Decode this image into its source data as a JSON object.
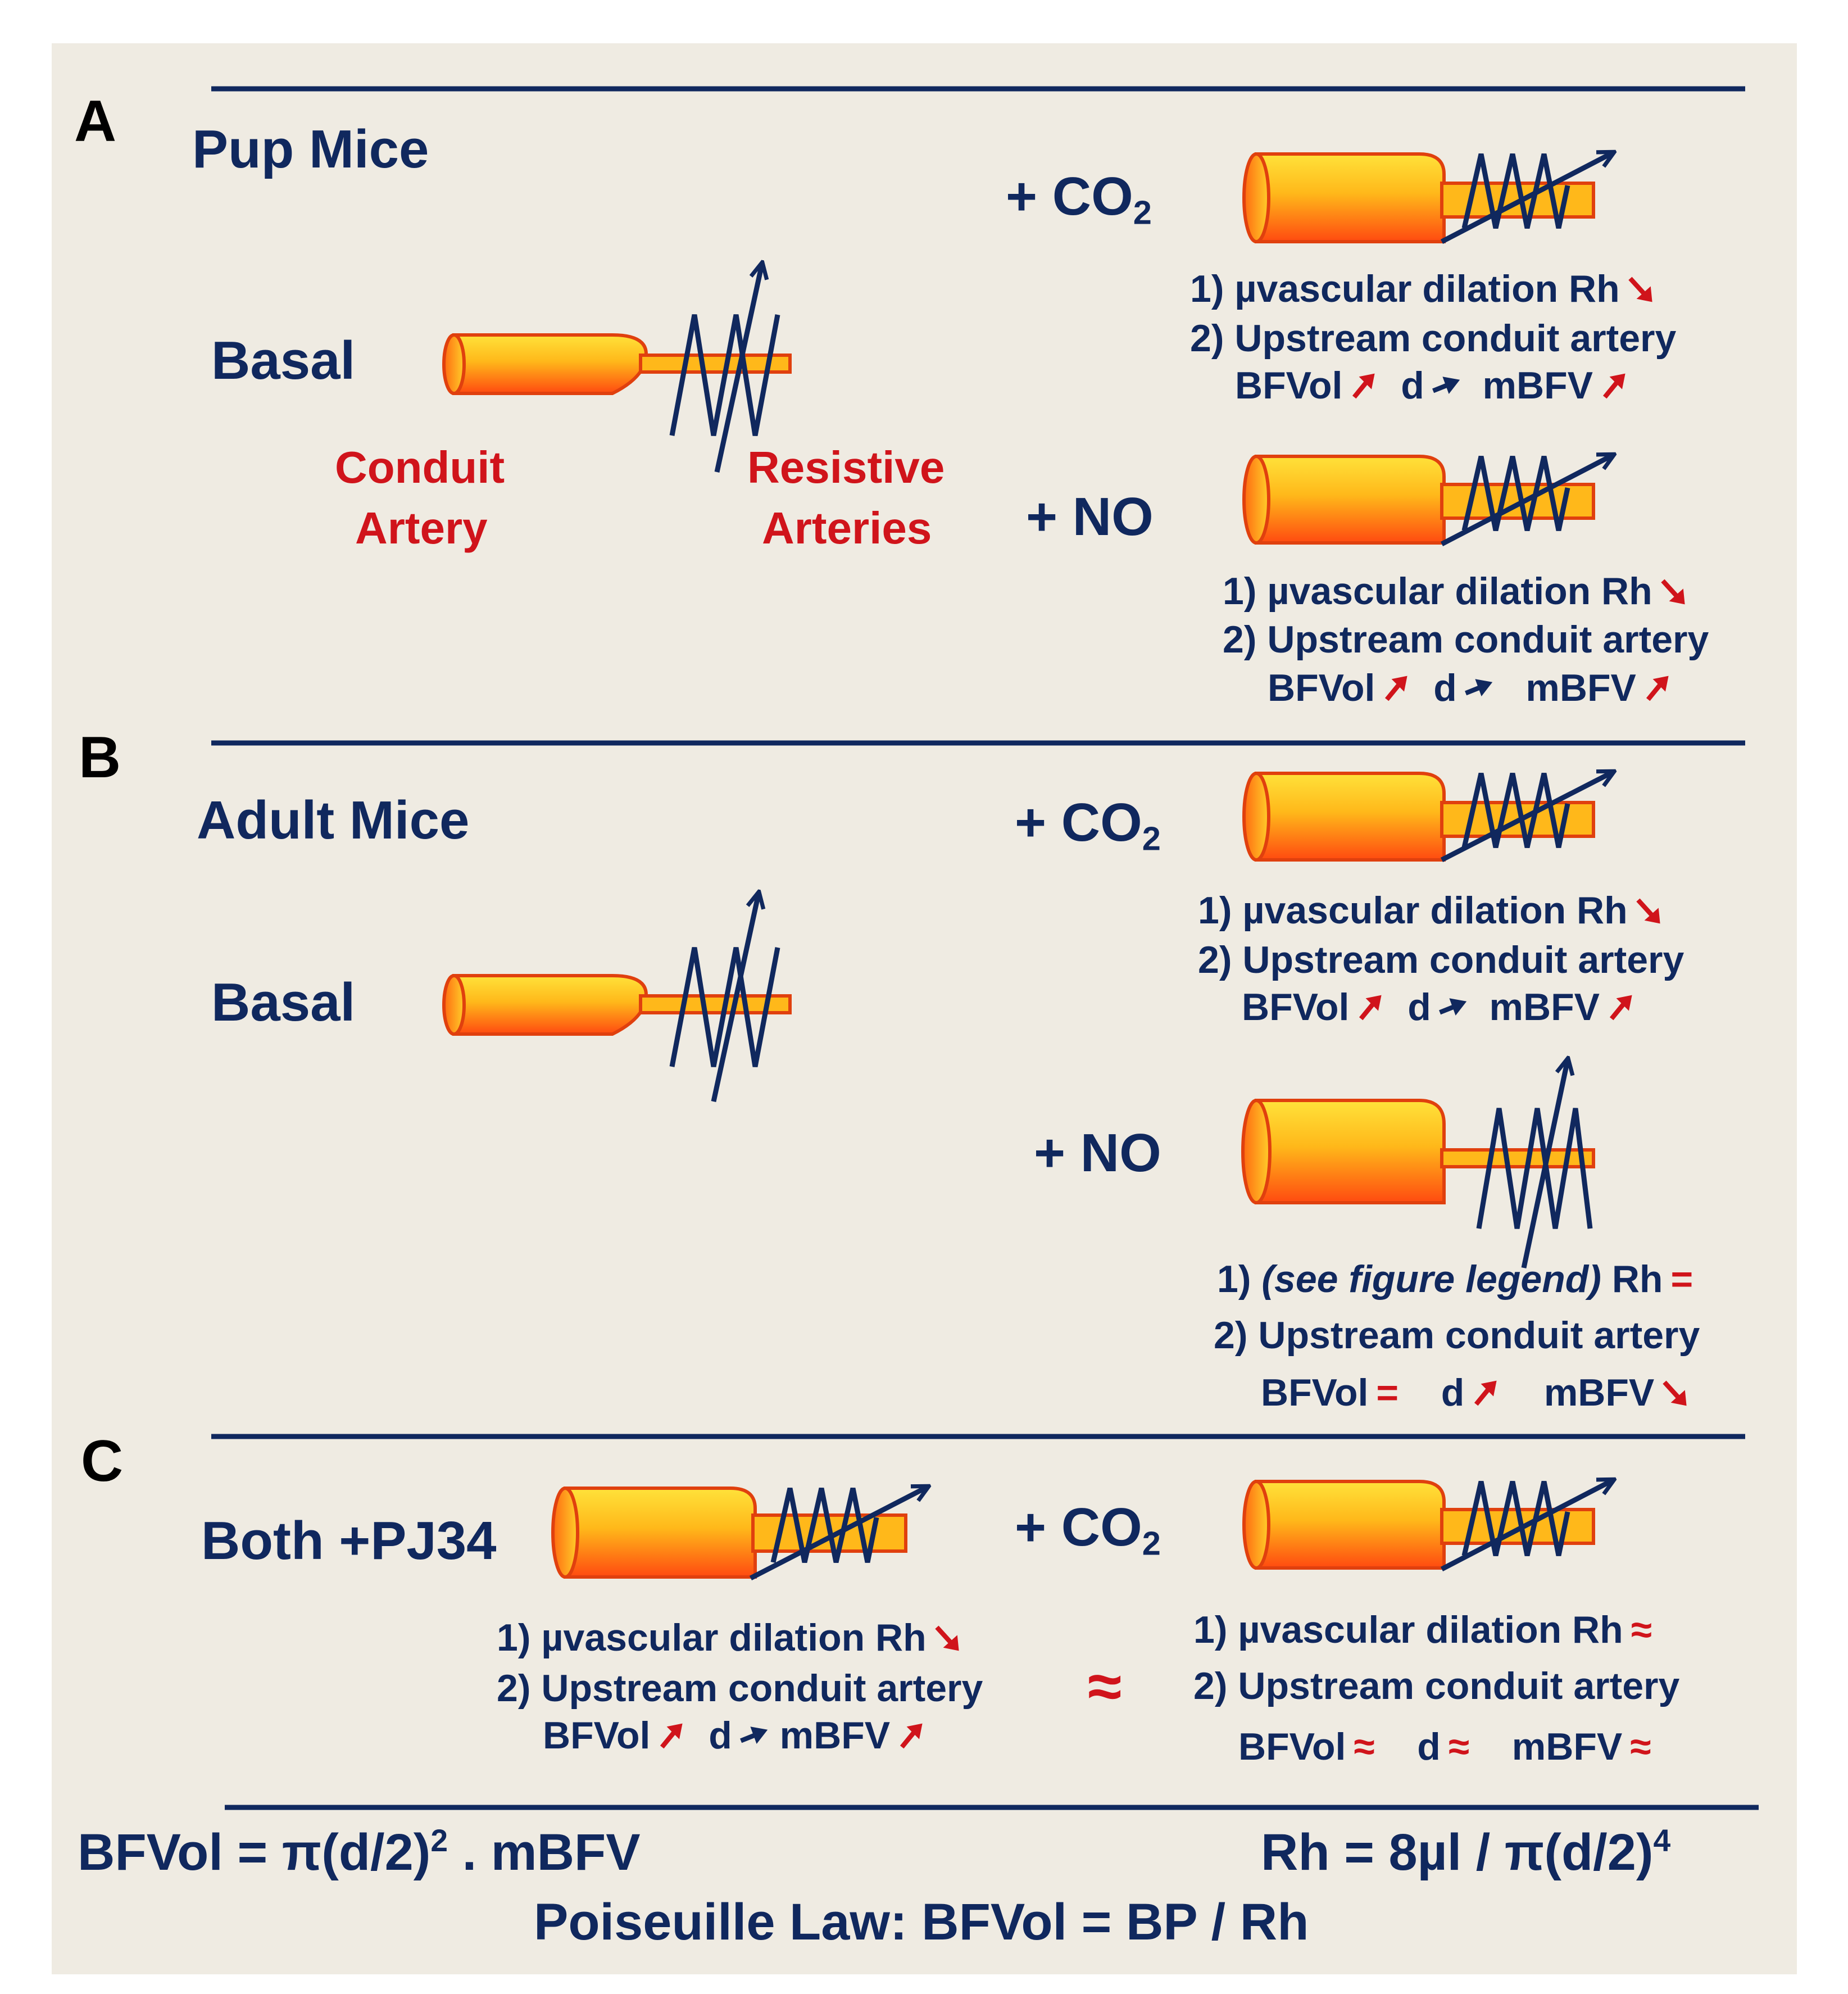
{
  "colors": {
    "navy": "#10285e",
    "red": "#d0141b",
    "bg": "#efebe2"
  },
  "panels": {
    "a": {
      "letter": "A",
      "title": "Pup Mice",
      "basal": "Basal",
      "conduit_1": "Conduit",
      "conduit_2": "Artery",
      "resistive_1": "Resistive",
      "resistive_2": "Arteries",
      "co2_prefix": "+ CO",
      "co2_sub": "2",
      "co2_line1": "1) µvascular dilation   Rh",
      "co2_line2": "2) Upstream conduit artery",
      "co2_bfvol": "BFVol",
      "co2_d": "d",
      "co2_mbfv": "mBFV",
      "no_label": "+ NO",
      "no_line1": "1) µvascular dilation   Rh",
      "no_line2": "2) Upstream conduit artery",
      "no_bfvol": "BFVol",
      "no_d": "d",
      "no_mbfv": "mBFV"
    },
    "b": {
      "letter": "B",
      "title": "Adult Mice",
      "basal": "Basal",
      "co2_prefix": "+ CO",
      "co2_sub": "2",
      "co2_line1": "1) µvascular dilation   Rh",
      "co2_line2": "2) Upstream conduit artery",
      "co2_bfvol": "BFVol",
      "co2_d": "d",
      "co2_mbfv": "mBFV",
      "no_label": "+ NO",
      "no_line1_prefix": "1) ",
      "no_line1_italic": "(see figure legend)",
      "no_line1_rh": "  Rh",
      "no_line1_eq": "=",
      "no_line2": "2) Upstream conduit artery",
      "no_bfvol": "BFVol",
      "no_bfvol_eq": "=",
      "no_d": "d",
      "no_mbfv": "mBFV"
    },
    "c": {
      "letter": "C",
      "title": "Both +PJ34",
      "co2_prefix": "+ CO",
      "co2_sub": "2",
      "left_line1": "1) µvascular dilation   Rh",
      "left_line2": "2) Upstream conduit artery",
      "left_bfvol": "BFVol",
      "left_d": "d",
      "left_mbfv": "mBFV",
      "approx": "≈",
      "right_line1": "1) µvascular dilation   Rh",
      "right_line1_approx": "≈",
      "right_line2": "2) Upstream conduit artery",
      "right_bfvol": "BFVol",
      "right_d": "d",
      "right_mbfv": "mBFV",
      "right_approx": "≈"
    }
  },
  "formulas": {
    "bfvol_left": "BFVol = π(d/2)",
    "bfvol_exp": "2",
    "bfvol_right": " . mBFV",
    "rh_left": "Rh = 8µl / π(d/2)",
    "rh_exp": "4",
    "poiseuille": "Poiseuille Law: BFVol = BP / Rh"
  }
}
